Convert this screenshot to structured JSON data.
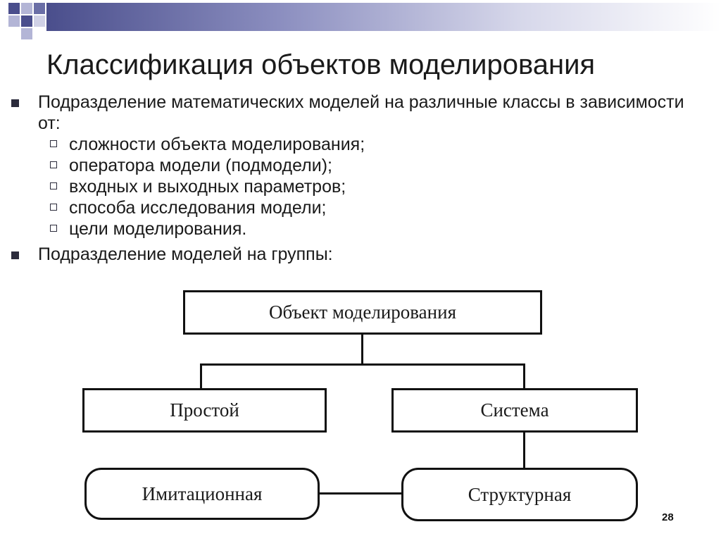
{
  "slide": {
    "title": "Классификация объектов моделирования",
    "bullets": [
      {
        "text": "Подразделение математических моделей на различные классы в зависимости от:",
        "sub": [
          "сложности объекта моделирования;",
          "оператора модели (подмодели);",
          "входных и выходных параметров;",
          "способа исследования модели;",
          "цели моделирования."
        ]
      },
      {
        "text": "Подразделение моделей на группы:"
      }
    ],
    "page_number": "28"
  },
  "diagram": {
    "root": "Объект моделирования",
    "left": "Простой",
    "right": "Система",
    "bottom_left": "Имитационная",
    "bottom_right": "Структурная"
  },
  "colors": {
    "decor_dark": "#4a4e8c",
    "decor_light": "#b3b5d6",
    "line": "#111111"
  }
}
